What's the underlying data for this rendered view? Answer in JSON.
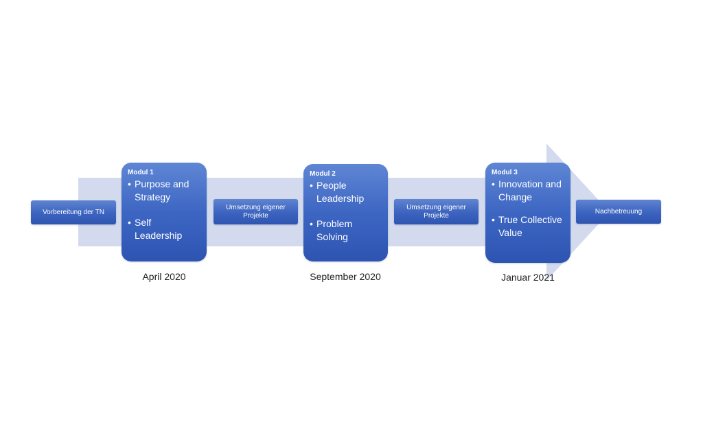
{
  "steps": {
    "prep": "Vorbereitung der TN",
    "impl1": "Umsetzung eigener Projekte",
    "impl2": "Umsetzung eigener Projekte",
    "follow": "Nachbetreuung"
  },
  "modules": [
    {
      "title": "Modul 1",
      "topics": [
        "Purpose and Strategy",
        "Self Leadership"
      ],
      "date": "April 2020"
    },
    {
      "title": "Modul 2",
      "topics": [
        "People Leadership",
        "Problem Solving"
      ],
      "date": "September 2020"
    },
    {
      "title": "Modul 3",
      "topics": [
        "Innovation and Change",
        "True Collective Value"
      ],
      "date": "Januar 2021"
    }
  ],
  "bullet": "•",
  "colors": {
    "arrow": "#d3daee",
    "box": "#3d66c3",
    "text": "#ffffff",
    "date": "#1e1e1e"
  }
}
